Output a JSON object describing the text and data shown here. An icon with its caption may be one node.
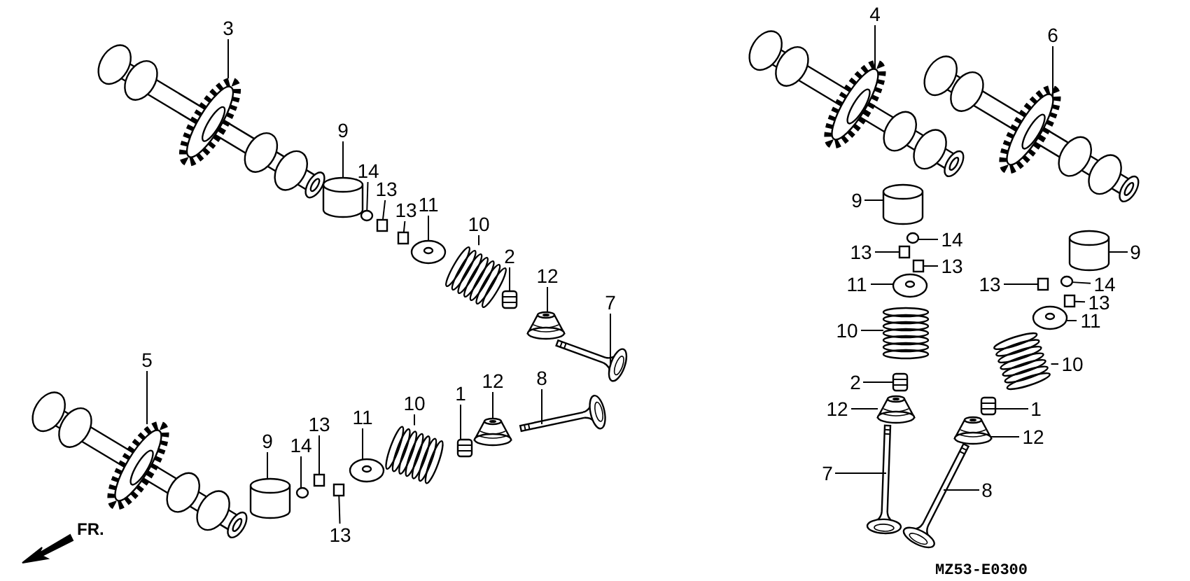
{
  "diagram": {
    "nodes": [
      {
        "text": [
          "3"
        ]
      },
      {
        "text": [
          "9"
        ]
      },
      {
        "text": [
          "14"
        ]
      },
      {
        "text": [
          "13"
        ]
      },
      {
        "text": [
          "13"
        ]
      },
      {
        "text": [
          "11"
        ]
      },
      {
        "text": [
          "10"
        ]
      },
      {
        "text": [
          "2"
        ]
      },
      {
        "text": [
          "12"
        ]
      },
      {
        "text": [
          "7"
        ]
      },
      {
        "text": [
          "5"
        ]
      },
      {
        "text": [
          "9"
        ]
      },
      {
        "text": [
          "14"
        ]
      },
      {
        "text": [
          "13"
        ]
      },
      {
        "text": [
          "13"
        ]
      },
      {
        "text": [
          "11"
        ]
      },
      {
        "text": [
          "10"
        ]
      },
      {
        "text": [
          "1"
        ]
      },
      {
        "text": [
          "12"
        ]
      },
      {
        "text": [
          "8"
        ]
      },
      {
        "text": [
          "4"
        ]
      },
      {
        "text": [
          "6"
        ]
      },
      {
        "text": [
          "9"
        ]
      },
      {
        "text": [
          "14"
        ]
      },
      {
        "text": [
          "13"
        ]
      },
      {
        "text": [
          "13"
        ]
      },
      {
        "text": [
          "11"
        ]
      },
      {
        "text": [
          "10"
        ]
      },
      {
        "text": [
          "2"
        ]
      },
      {
        "text": [
          "12"
        ]
      },
      {
        "text": [
          "7"
        ]
      },
      {
        "text": [
          "9"
        ]
      },
      {
        "text": [
          "14"
        ]
      },
      {
        "text": [
          "13"
        ]
      },
      {
        "text": [
          "13"
        ]
      },
      {
        "text": [
          "11"
        ]
      },
      {
        "text": [
          "10"
        ]
      },
      {
        "text": [
          "1"
        ]
      },
      {
        "text": [
          "12"
        ]
      },
      {
        "text": [
          "8"
        ]
      },
      {
        "text": [],
        "shape": "picture"
      },
      {
        "text": [],
        "shape": "cylinder"
      },
      {
        "text": [],
        "shape": "circle"
      },
      {
        "text": [],
        "shape": "box"
      },
      {
        "text": [],
        "shape": "box"
      },
      {
        "text": [],
        "shape": "picture"
      },
      {
        "text": [],
        "shape": "picture"
      },
      {
        "text": [],
        "shape": "picture"
      },
      {
        "text": [],
        "shape": "picture"
      },
      {
        "text": [],
        "shape": "picture"
      },
      {
        "text": [],
        "shape": "picture"
      },
      {
        "text": [],
        "shape": "cylinder"
      },
      {
        "text": [],
        "shape": "circle"
      },
      {
        "text": [],
        "shape": "box"
      },
      {
        "text": [],
        "shape": "box"
      },
      {
        "text": [],
        "shape": "picture"
      },
      {
        "text": [],
        "shape": "picture"
      },
      {
        "text": [],
        "shape": "picture"
      },
      {
        "text": [],
        "shape": "picture"
      },
      {
        "text": [],
        "shape": "picture"
      },
      {
        "text": [],
        "shape": "picture"
      },
      {
        "text": [],
        "shape": "picture"
      },
      {
        "text": [],
        "shape": "cylinder"
      },
      {
        "text": [],
        "shape": "circle"
      },
      {
        "text": [],
        "shape": "box"
      },
      {
        "text": [],
        "shape": "box"
      },
      {
        "text": [],
        "shape": "picture"
      },
      {
        "text": [],
        "shape": "picture"
      },
      {
        "text": [],
        "shape": "picture"
      },
      {
        "text": [],
        "shape": "picture"
      },
      {
        "text": [],
        "shape": "picture"
      },
      {
        "text": [],
        "shape": "cylinder"
      },
      {
        "text": [],
        "shape": "circle"
      },
      {
        "text": [],
        "shape": "box"
      },
      {
        "text": [],
        "shape": "box"
      },
      {
        "text": [],
        "shape": "picture"
      },
      {
        "text": [],
        "shape": "picture"
      },
      {
        "text": [],
        "shape": "picture"
      },
      {
        "text": [],
        "shape": "picture"
      },
      {
        "text": [],
        "shape": "picture"
      }
    ],
    "edges": [
      {
        "from": 0,
        "to": 40,
        "arrow": "none"
      },
      {
        "from": 1,
        "to": 41,
        "arrow": "none"
      },
      {
        "from": 2,
        "to": 42,
        "arrow": "none"
      },
      {
        "from": 3,
        "to": 43,
        "arrow": "none"
      },
      {
        "from": 4,
        "to": 44,
        "arrow": "none"
      },
      {
        "from": 5,
        "to": 45,
        "arrow": "none"
      },
      {
        "from": 6,
        "to": 46,
        "arrow": "none"
      },
      {
        "from": 7,
        "to": 47,
        "arrow": "none"
      },
      {
        "from": 8,
        "to": 48,
        "arrow": "none"
      },
      {
        "from": 9,
        "to": 49,
        "arrow": "none"
      },
      {
        "from": 10,
        "to": 50,
        "arrow": "none"
      },
      {
        "from": 11,
        "to": 51,
        "arrow": "none"
      },
      {
        "from": 12,
        "to": 52,
        "arrow": "none"
      },
      {
        "from": 13,
        "to": 53,
        "arrow": "none"
      },
      {
        "from": 14,
        "to": 54,
        "arrow": "none"
      },
      {
        "from": 15,
        "to": 55,
        "arrow": "none"
      },
      {
        "from": 16,
        "to": 56,
        "arrow": "none"
      },
      {
        "from": 17,
        "to": 57,
        "arrow": "none"
      },
      {
        "from": 18,
        "to": 58,
        "arrow": "none"
      },
      {
        "from": 19,
        "to": 59,
        "arrow": "none"
      },
      {
        "from": 20,
        "to": 60,
        "arrow": "none"
      },
      {
        "from": 21,
        "to": 61,
        "arrow": "none"
      },
      {
        "from": 22,
        "to": 62,
        "arrow": "none"
      },
      {
        "from": 23,
        "to": 63,
        "arrow": "none"
      },
      {
        "from": 24,
        "to": 64,
        "arrow": "none"
      },
      {
        "from": 25,
        "to": 65,
        "arrow": "none"
      },
      {
        "from": 26,
        "to": 66,
        "arrow": "none"
      },
      {
        "from": 27,
        "to": 67,
        "arrow": "none"
      },
      {
        "from": 28,
        "to": 68,
        "arrow": "none"
      },
      {
        "from": 29,
        "to": 69,
        "arrow": "none"
      },
      {
        "from": 30,
        "to": 70,
        "arrow": "none"
      },
      {
        "from": 31,
        "to": 71,
        "arrow": "none"
      },
      {
        "from": 32,
        "to": 72,
        "arrow": "none"
      },
      {
        "from": 33,
        "to": 73,
        "arrow": "none"
      },
      {
        "from": 34,
        "to": 74,
        "arrow": "none"
      },
      {
        "from": 35,
        "to": 75,
        "arrow": "none"
      },
      {
        "from": 36,
        "to": 76,
        "arrow": "none"
      },
      {
        "from": 37,
        "to": 77,
        "arrow": "none"
      },
      {
        "from": 38,
        "to": 78,
        "arrow": "none"
      },
      {
        "from": 39,
        "to": 79,
        "arrow": "none"
      }
    ],
    "labels": [
      "FR.",
      "MZ53-E0300"
    ]
  }
}
